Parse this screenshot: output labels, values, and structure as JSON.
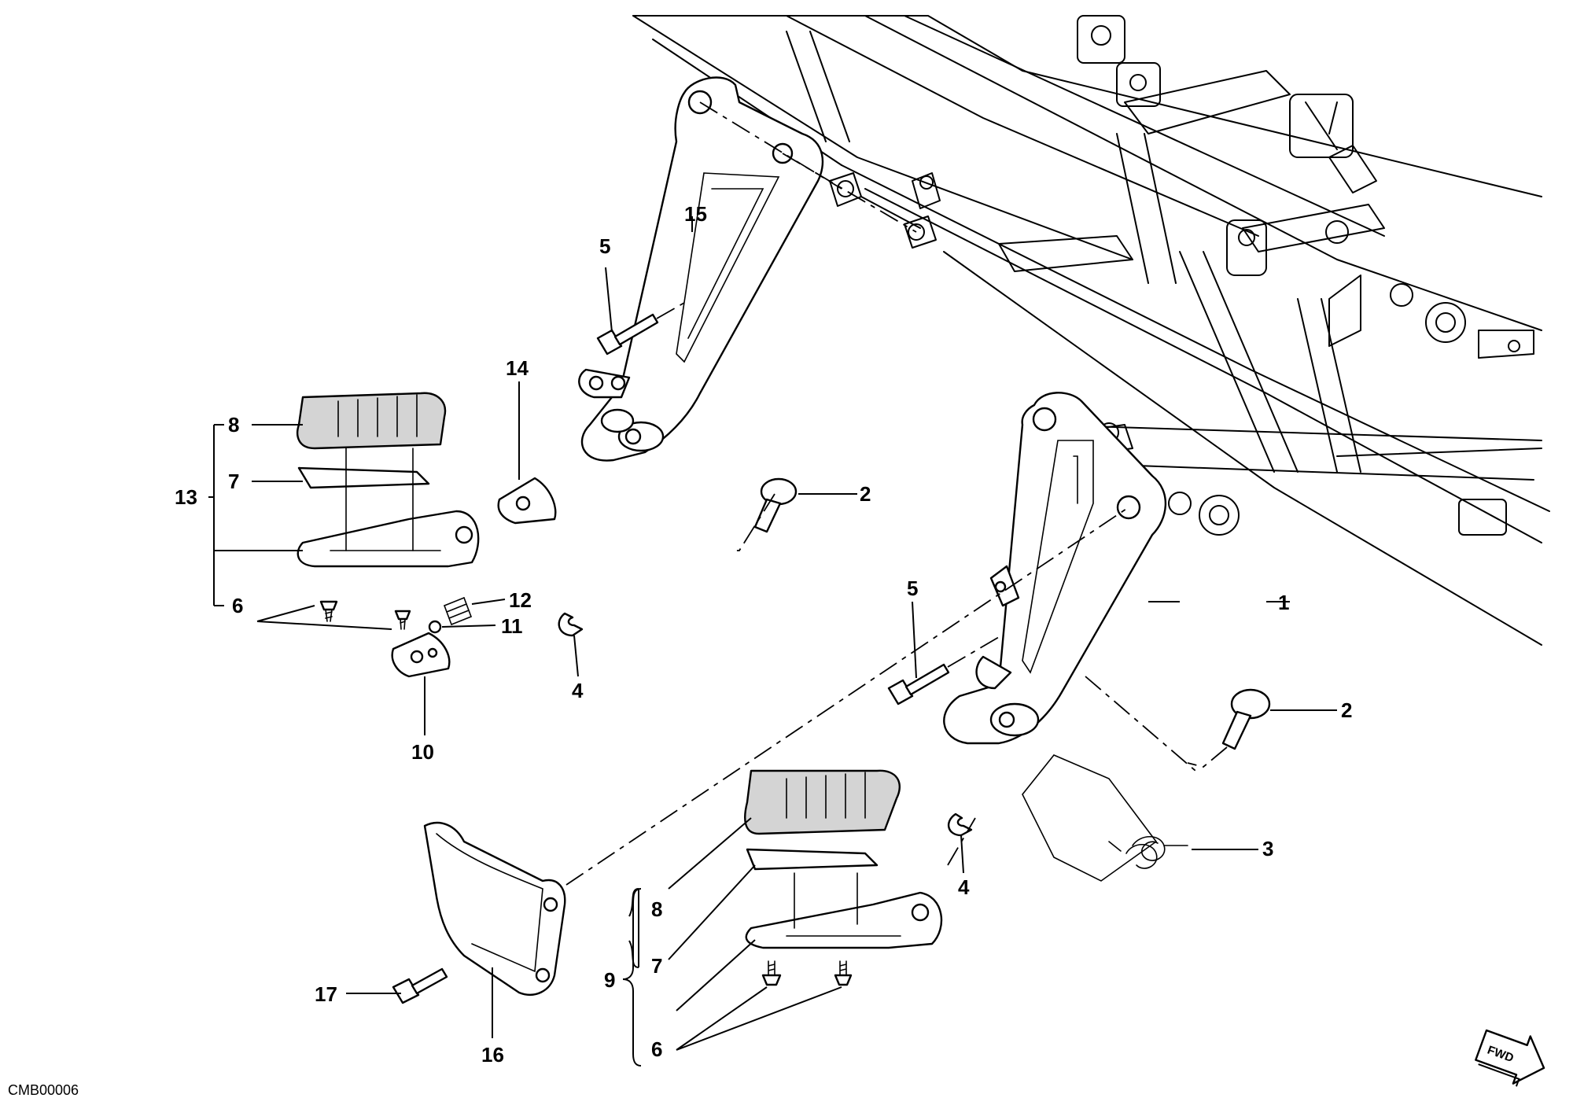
{
  "diagram": {
    "callouts": {
      "c1": "1",
      "c2_upper": "2",
      "c2_lower": "2",
      "c3": "3",
      "c4_upper": "4",
      "c4_lower": "4",
      "c5_upper": "5",
      "c5_lower": "5",
      "c6_upper": "6",
      "c6_lower": "6",
      "c7_upper": "7",
      "c7_lower": "7",
      "c8_upper": "8",
      "c8_lower": "8",
      "c9": "9",
      "c10": "10",
      "c11": "11",
      "c12": "12",
      "c13": "13",
      "c14": "14",
      "c15": "15",
      "c16": "16",
      "c17": "17"
    },
    "drawing_code": "CMB00006",
    "fwd_label": "FWD"
  }
}
